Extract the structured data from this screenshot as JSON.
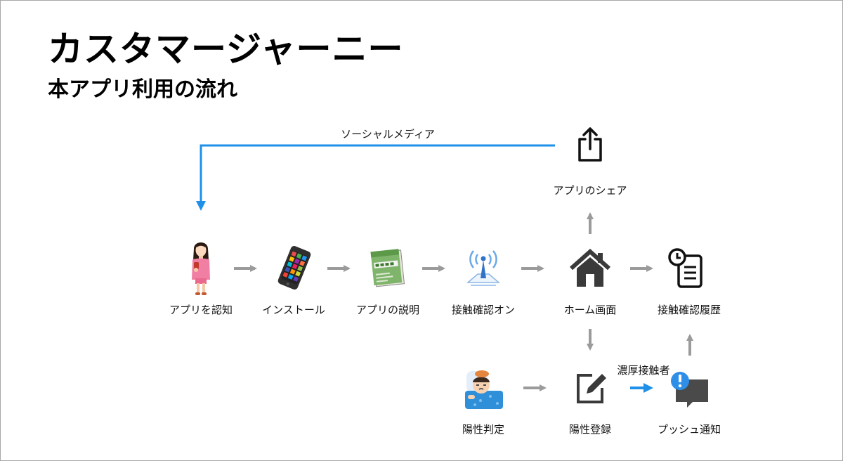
{
  "title": "カスタマージャーニー",
  "subtitle": "本アプリ利用の流れ",
  "edge_labels": {
    "social_media": "ソーシャルメディア",
    "close_contact": "濃厚接触者"
  },
  "nodes": {
    "app_awareness": "アプリを認知",
    "install": "インストール",
    "app_explanation": "アプリの説明",
    "contact_check_on": "接触確認オン",
    "home_screen": "ホーム画面",
    "contact_history": "接触確認履歴",
    "app_share": "アプリのシェア",
    "positive_diagnosis": "陽性判定",
    "positive_registration": "陽性登録",
    "push_notification": "プッシュ通知"
  },
  "colors": {
    "arrow_gray": "#9b9b9b",
    "arrow_blue": "#1e90e8",
    "icon_dark": "#3a3a3a"
  },
  "icons": {
    "app_awareness": "woman-with-phone-icon",
    "install": "smartphone-icon",
    "app_explanation": "manual-book-icon",
    "contact_check_on": "signal-antenna-icon",
    "home_screen": "home-icon",
    "contact_history": "clock-clipboard-icon",
    "app_share": "share-icon",
    "positive_diagnosis": "sick-person-icon",
    "positive_registration": "edit-icon",
    "push_notification": "alert-message-icon"
  }
}
